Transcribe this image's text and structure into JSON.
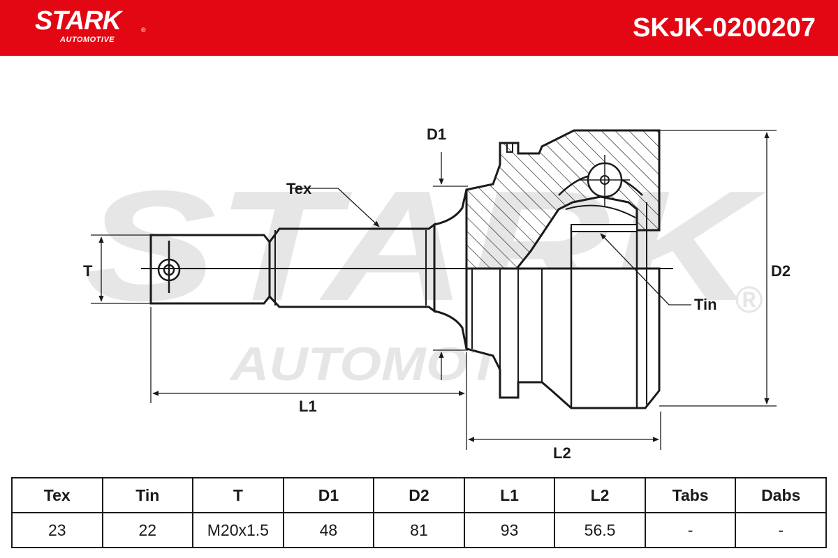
{
  "header": {
    "brand_name": "STARK",
    "brand_subtitle": "AUTOMOTIVE",
    "brand_registered": "®",
    "part_number": "SKJK-0200207",
    "background_color": "#e30613",
    "text_color": "#ffffff"
  },
  "watermark": {
    "brand": "STARK",
    "subtitle": "AUTOMOTIVE",
    "registered": "®",
    "color": "#e6e6e6"
  },
  "drawing": {
    "labels": {
      "tex": "Tex",
      "tin": "Tin",
      "t": "T",
      "d1": "D1",
      "d2": "D2",
      "l1": "L1",
      "l2": "L2"
    },
    "line_color": "#1a1a1a"
  },
  "spec_table": {
    "headers": [
      "Tex",
      "Tin",
      "T",
      "D1",
      "D2",
      "L1",
      "L2",
      "Tabs",
      "Dabs"
    ],
    "values": [
      "23",
      "22",
      "M20x1.5",
      "48",
      "81",
      "93",
      "56.5",
      "-",
      "-"
    ]
  }
}
